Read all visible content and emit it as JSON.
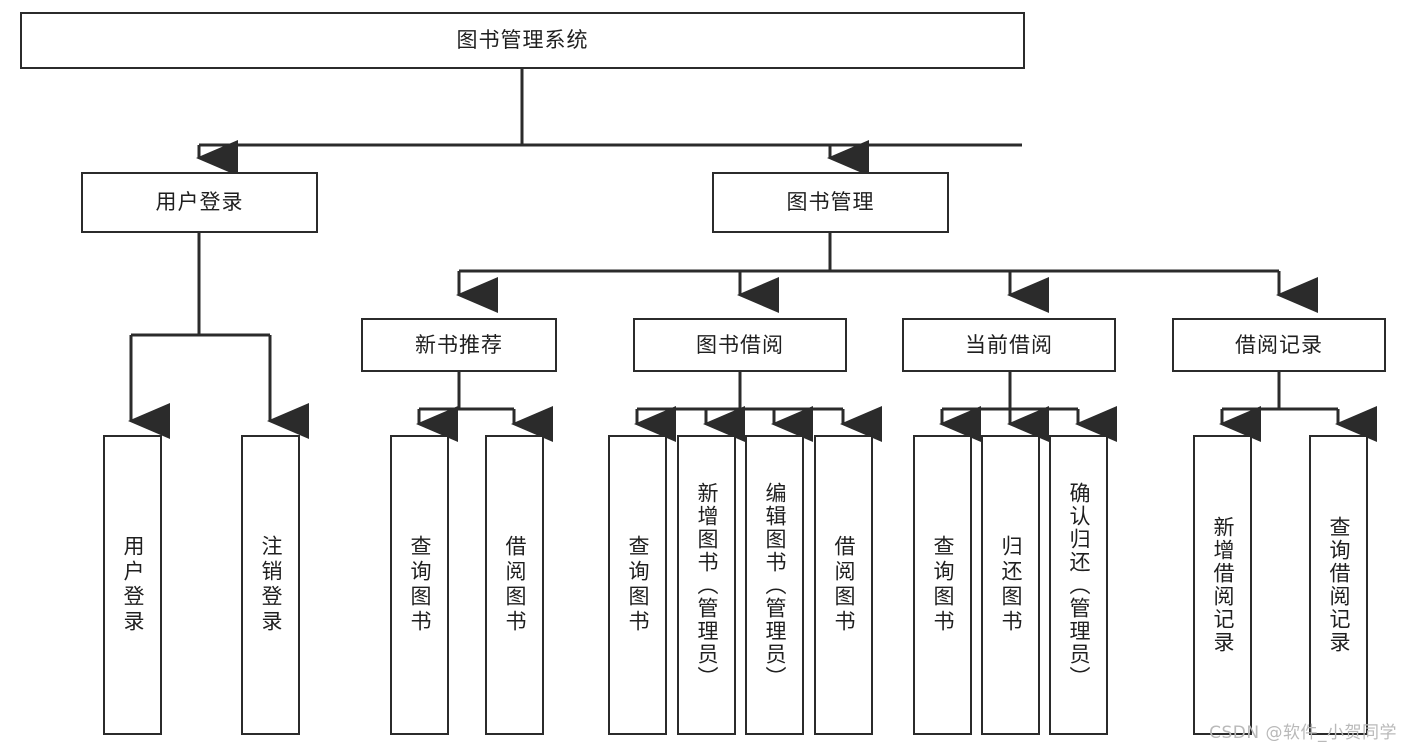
{
  "diagram": {
    "title": "图书管理系统",
    "type": "tree-hierarchy",
    "watermark": "CSDN @软件_小贺同学",
    "colors": {
      "background": "#ffffff",
      "node_border": "#2b2b2b",
      "node_fill": "#ffffff",
      "connector": "#2b2b2b",
      "text": "#1f1f1f",
      "watermark": "#b9b9b9"
    },
    "root": {
      "id": "root",
      "label": "图书管理系统"
    },
    "level2": [
      {
        "id": "user-login",
        "label": "用户登录"
      },
      {
        "id": "book-manage",
        "label": "图书管理"
      }
    ],
    "level3": [
      {
        "id": "new-book-rec",
        "label": "新书推荐",
        "parent": "book-manage"
      },
      {
        "id": "book-borrow",
        "label": "图书借阅",
        "parent": "book-manage"
      },
      {
        "id": "current-borrow",
        "label": "当前借阅",
        "parent": "book-manage"
      },
      {
        "id": "borrow-record",
        "label": "借阅记录",
        "parent": "book-manage"
      }
    ],
    "leaves": [
      {
        "id": "leaf-user-login",
        "label": "用户登录",
        "parent": "user-login"
      },
      {
        "id": "leaf-logout",
        "label": "注销登录",
        "parent": "user-login"
      },
      {
        "id": "leaf-query-book-1",
        "label": "查询图书",
        "parent": "new-book-rec"
      },
      {
        "id": "leaf-borrow-book-1",
        "label": "借阅图书",
        "parent": "new-book-rec"
      },
      {
        "id": "leaf-query-book-2",
        "label": "查询图书",
        "parent": "book-borrow"
      },
      {
        "id": "leaf-add-book",
        "label": "新增图书（管理员）",
        "parent": "book-borrow"
      },
      {
        "id": "leaf-edit-book",
        "label": "编辑图书（管理员）",
        "parent": "book-borrow"
      },
      {
        "id": "leaf-borrow-book-2",
        "label": "借阅图书",
        "parent": "book-borrow"
      },
      {
        "id": "leaf-query-book-3",
        "label": "查询图书",
        "parent": "current-borrow"
      },
      {
        "id": "leaf-return-book",
        "label": "归还图书",
        "parent": "current-borrow"
      },
      {
        "id": "leaf-confirm-return",
        "label": "确认归还（管理员）",
        "parent": "current-borrow"
      },
      {
        "id": "leaf-add-record",
        "label": "新增借阅记录",
        "parent": "borrow-record"
      },
      {
        "id": "leaf-query-record",
        "label": "查询借阅记录",
        "parent": "borrow-record"
      }
    ]
  }
}
